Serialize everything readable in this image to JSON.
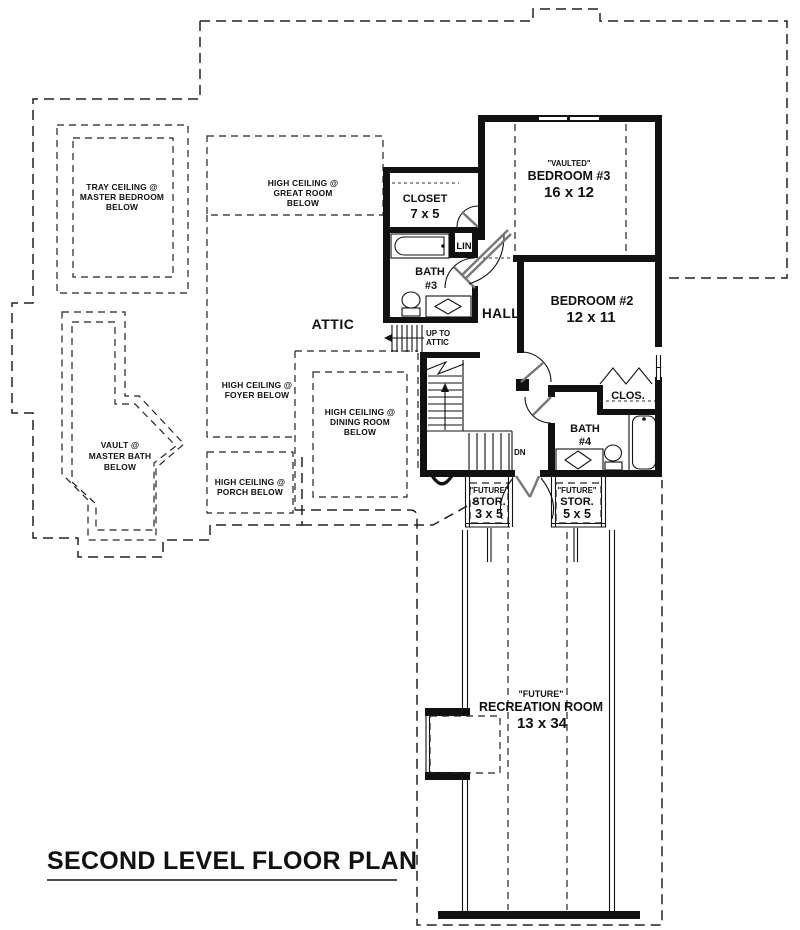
{
  "colors": {
    "ink": "#111111",
    "paper": "#ffffff"
  },
  "title": {
    "text": "SECOND LEVEL FLOOR PLAN"
  },
  "rooms": {
    "closet": {
      "name": "CLOSET",
      "dim": "7 x 5"
    },
    "linen": {
      "name": "LIN"
    },
    "bath3": {
      "name": "BATH",
      "number": "#3"
    },
    "bedroom3": {
      "tag": "\"VAULTED\"",
      "name": "BEDROOM #3",
      "dim": "16 x 12"
    },
    "bedroom2": {
      "name": "BEDROOM #2",
      "dim": "12 x 11"
    },
    "hall": {
      "name": "HALL"
    },
    "attic": {
      "name": "ATTIC"
    },
    "attic_stairs": {
      "line1": "UP TO",
      "line2": "ATTIC"
    },
    "stairs_down": {
      "name": "DN"
    },
    "closet2": {
      "name": "CLOS."
    },
    "bath4": {
      "name": "BATH",
      "number": "#4"
    },
    "storage3": {
      "tag": "\"FUTURE\"",
      "name": "STOR.",
      "dim": "3 x 5"
    },
    "storage5": {
      "tag": "\"FUTURE\"",
      "name": "STOR.",
      "dim": "5 x 5"
    },
    "recreation": {
      "tag": "\"FUTURE\"",
      "name": "RECREATION ROOM",
      "dim": "13 x 34"
    }
  },
  "below_labels": {
    "master_bedroom": {
      "line1": "TRAY CEILING @",
      "line2": "MASTER BEDROOM",
      "line3": "BELOW"
    },
    "great_room": {
      "line1": "HIGH CEILING @",
      "line2": "GREAT ROOM",
      "line3": "BELOW"
    },
    "foyer": {
      "line1": "HIGH CEILING @",
      "line2": "FOYER BELOW"
    },
    "dining_room": {
      "line1": "HIGH CEILING @",
      "line2": "DINING ROOM",
      "line3": "BELOW"
    },
    "porch": {
      "line1": "HIGH CEILING @",
      "line2": "PORCH BELOW"
    },
    "master_bath": {
      "line1": "VAULT @",
      "line2": "MASTER BATH",
      "line3": "BELOW"
    }
  }
}
